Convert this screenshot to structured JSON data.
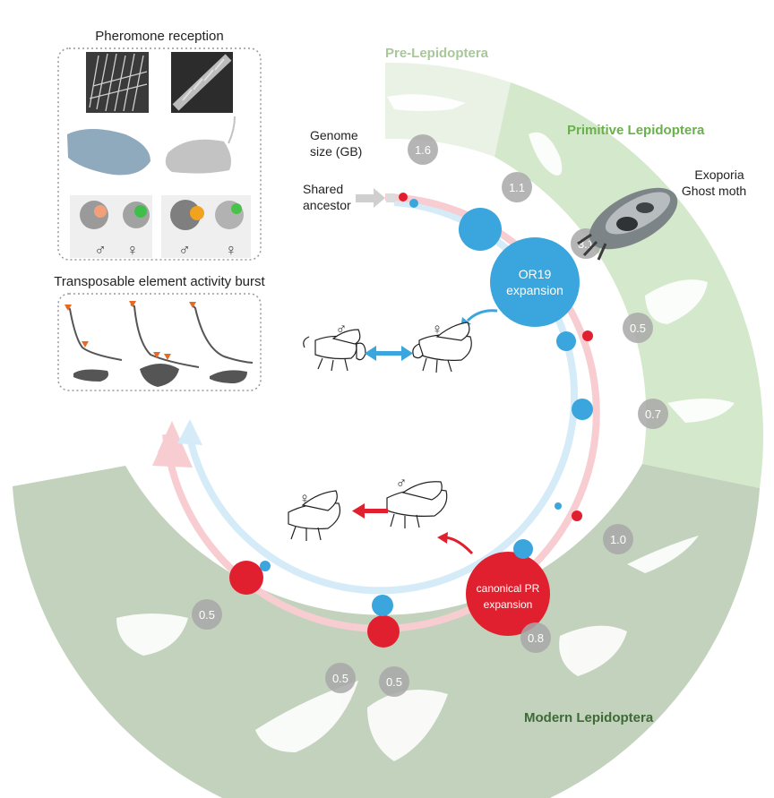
{
  "pheromone_panel": {
    "title": "Pheromone reception",
    "male_symbol_1": "♂",
    "female_symbol_1": "♀",
    "male_symbol_2": "♂",
    "female_symbol_2": "♀"
  },
  "te_panel": {
    "title": "Transposable element activity burst"
  },
  "labels": {
    "genome_size_line1": "Genome",
    "genome_size_line2": "size (GB)",
    "shared_ancestor_line1": "Shared",
    "shared_ancestor_line2": "ancestor",
    "exoporia_line1": "Exoporia",
    "exoporia_line2": "Ghost moth",
    "or19_line1": "OR19",
    "or19_line2": "expansion",
    "pr_line1": "canonical PR",
    "pr_line2": "expansion",
    "male_symbol_top": "♂",
    "female_symbol_top": "♀",
    "female_symbol_bottom": "♀",
    "male_symbol_bottom": "♂"
  },
  "groups": {
    "pre": "Pre-Lepidoptera",
    "primitive": "Primitive Lepidoptera",
    "modern": "Modern Lepidoptera"
  },
  "genome_sizes": [
    "1.6",
    "1.1",
    "3.1",
    "0.5",
    "0.7",
    "1.0",
    "0.8",
    "0.5",
    "0.5",
    "0.5"
  ],
  "colors": {
    "pre_band": "#e8f1e3",
    "primitive_band": "#d5e9cc",
    "modern_band": "#c3d2bd",
    "blue": "#3aa6dd",
    "red": "#e0202e",
    "blue_ring": "#d5ecf8",
    "red_ring": "#f8cdd1",
    "size_badge": "#a8a8a8",
    "pre_text": "#a8c79a",
    "primitive_text": "#6ab04c",
    "modern_text": "#3d6a35"
  }
}
